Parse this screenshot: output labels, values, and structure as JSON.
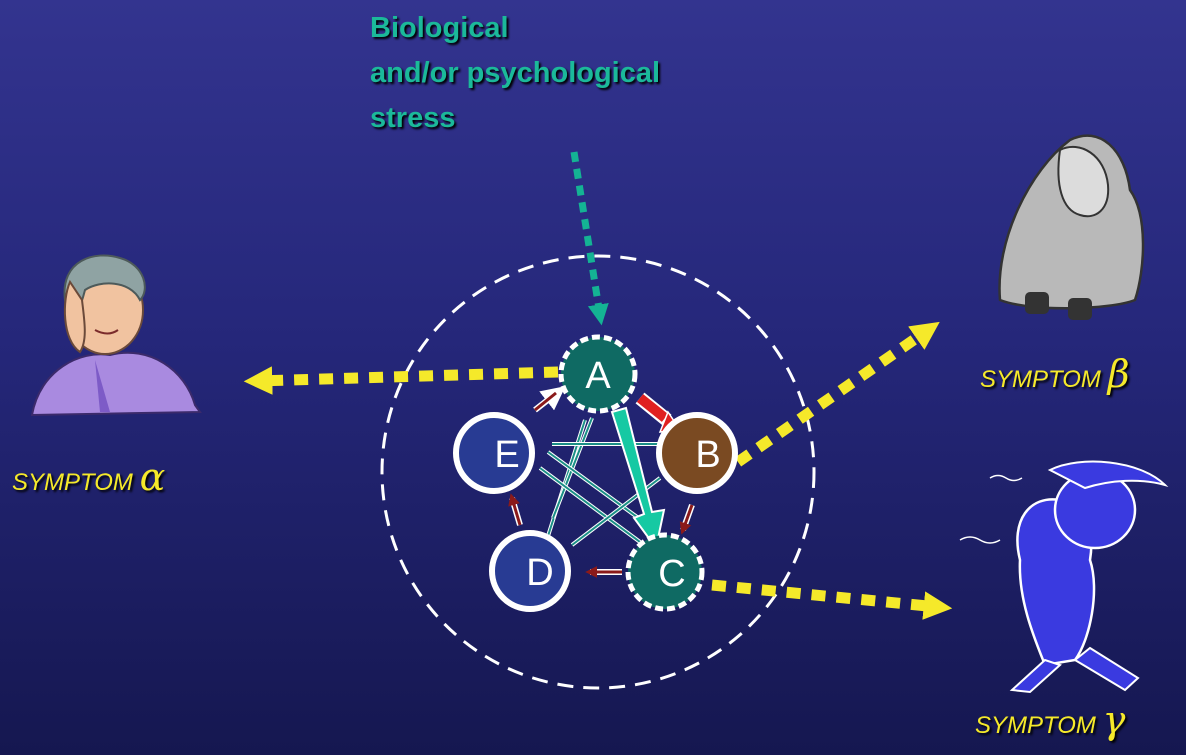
{
  "stress": {
    "line1": "Biological",
    "line2": "and/or psychological",
    "line3": "stress"
  },
  "symptoms": {
    "alpha": {
      "label": "SYMPTOM",
      "greek": "α"
    },
    "beta": {
      "label": "SYMPTOM",
      "greek": "β"
    },
    "gamma": {
      "label": "SYMPTOM",
      "greek": "γ"
    }
  },
  "nodes": {
    "a": {
      "label": "A",
      "color": "#0f6a63"
    },
    "b": {
      "label": "B",
      "color": "#7a4a22"
    },
    "c": {
      "label": "C",
      "color": "#0f6a63"
    },
    "d": {
      "label": "D",
      "color": "#283b93"
    },
    "e": {
      "label": "E",
      "color": "#283b93"
    }
  },
  "colors": {
    "stress_arrow": "#14b394",
    "symptom_arrow": "#f5e92a",
    "small_arrow": "#8b1a1a",
    "highlight_arrow": "#e02020",
    "main_arrow": "#16c9a3"
  },
  "icons": [
    "woman-headache-icon",
    "cloaked-person-icon",
    "windswept-walking-person-icon"
  ]
}
